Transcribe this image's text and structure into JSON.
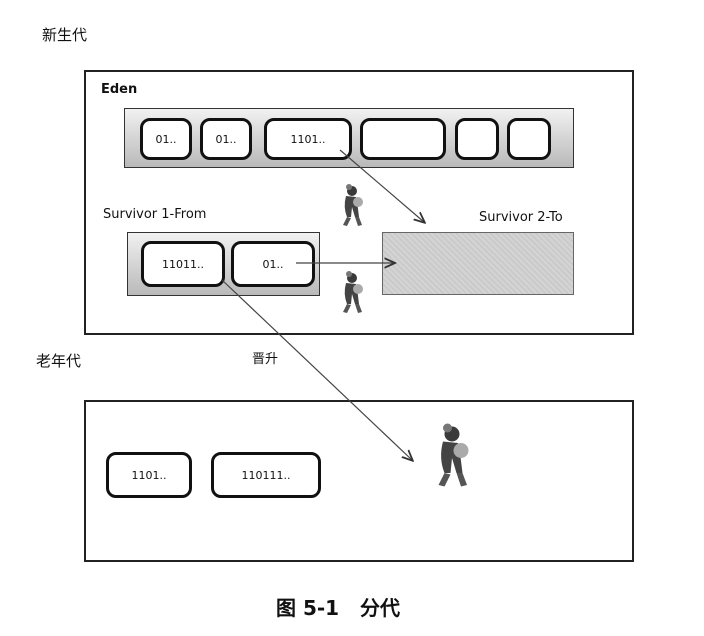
{
  "young_gen": {
    "title": "新生代",
    "eden": {
      "label": "Eden",
      "cells": [
        "01..",
        "01..",
        "1101..",
        "",
        "",
        ""
      ]
    },
    "survivor_from": {
      "label": "Survivor 1-From",
      "cells": [
        "11011..",
        "01.."
      ]
    },
    "survivor_to": {
      "label": "Survivor 2-To"
    }
  },
  "promote_label": "晋升",
  "old_gen": {
    "title": "老年代",
    "cells": [
      "1101..",
      "110111.."
    ]
  },
  "caption": "图 5-1   分代",
  "icons": [
    "mover-figure-icon",
    "mover-figure-icon",
    "mover-figure-icon"
  ]
}
